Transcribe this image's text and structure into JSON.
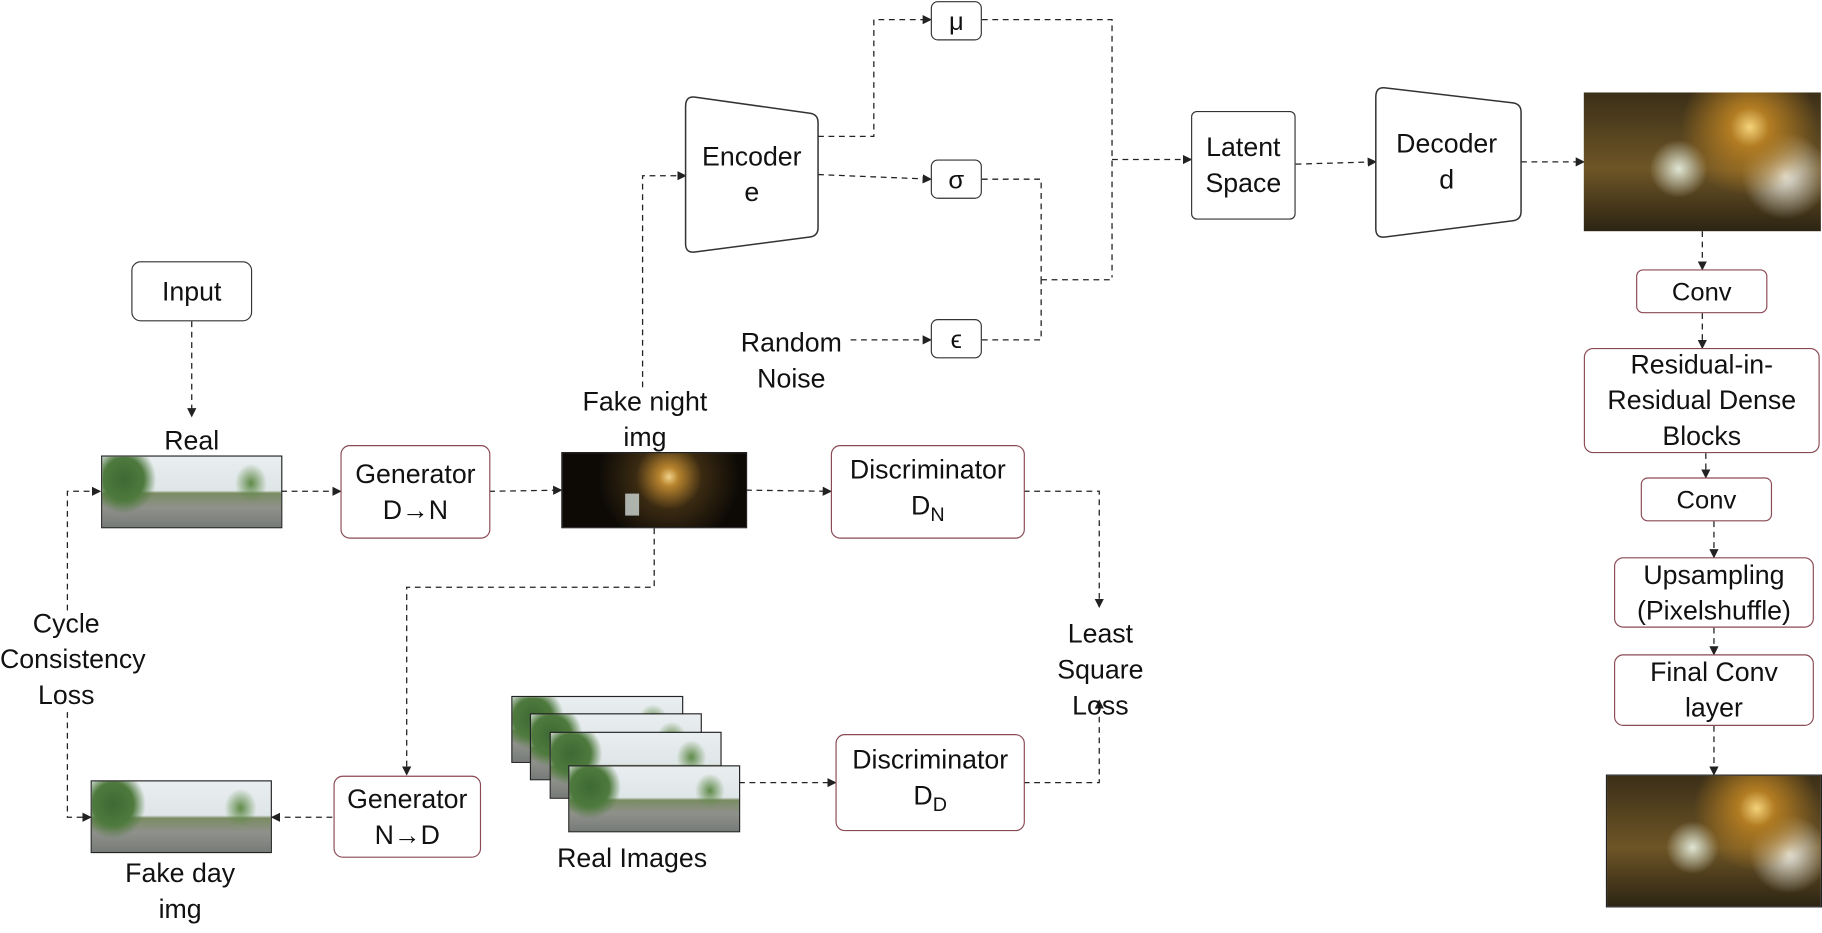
{
  "nodes": {
    "input": "Input",
    "real_label": "Real",
    "generator_dn": "Generator\nD→N",
    "fake_night_label": "Fake night\nimg",
    "discriminator_n_main": "Discriminator",
    "discriminator_n_sub": "N",
    "discriminator_d_main": "Discriminator",
    "discriminator_d_sub": "D",
    "least_square_loss": "Least\nSquare\nLoss",
    "cycle_consistency_loss": "Cycle\nConsistency\nLoss",
    "generator_nd": "Generator\nN→D",
    "fake_day_label": "Fake day\nimg",
    "real_images_label": "Real Images",
    "encoder": "Encoder\ne",
    "mu": "μ",
    "sigma": "σ",
    "epsilon": "ϵ",
    "random_noise": "Random\nNoise",
    "latent_space": "Latent\nSpace",
    "decoder": "Decoder\nd",
    "conv_1": "Conv",
    "rrdb": "Residual-in-\nResidual Dense\nBlocks",
    "conv_2": "Conv",
    "upsampling": "Upsampling\n(Pixelshuffle)",
    "final_conv": "Final Conv\nlayer"
  },
  "colors": {
    "line": "#222222",
    "box_border": "#333333",
    "gan_box_border": "#8a4a55"
  }
}
